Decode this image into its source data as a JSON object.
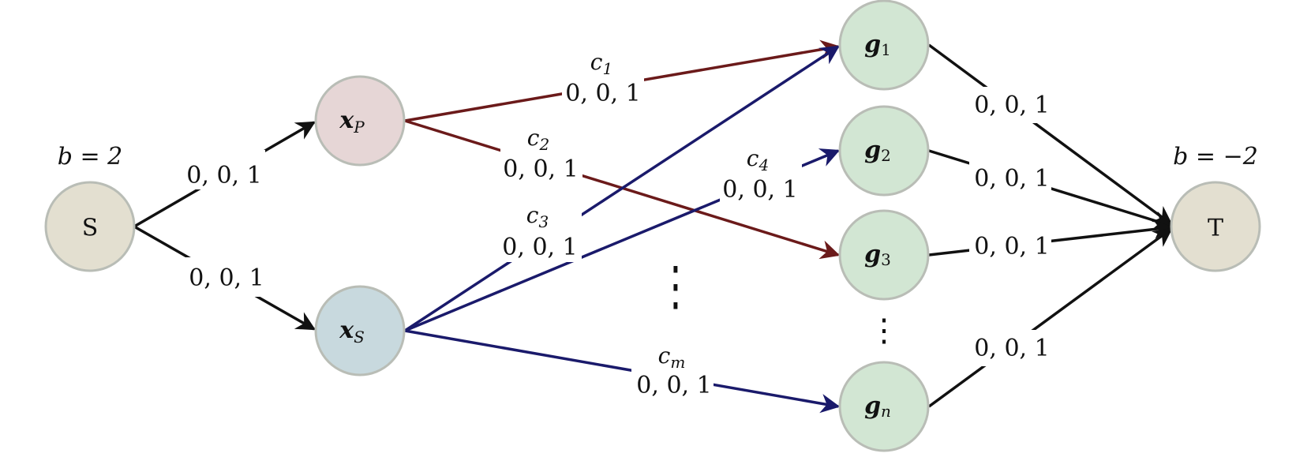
{
  "colors": {
    "red_edge": "#6b1a1a",
    "blue_edge": "#1a1a6b",
    "black_edge": "#111111",
    "node_S_T_fill": "#e3dfd0",
    "node_xP_fill": "#e6d6d6",
    "node_xS_fill": "#c8d9de",
    "node_g_fill": "#d2e6d3",
    "node_stroke": "#b9bdb6"
  },
  "nodes": {
    "S": {
      "label": "S"
    },
    "T": {
      "label": "T"
    },
    "xP": {
      "label": "x",
      "sub": "P"
    },
    "xS": {
      "label": "x",
      "sub": "S"
    },
    "g1": {
      "label": "g",
      "sub": "1"
    },
    "g2": {
      "label": "g",
      "sub": "2"
    },
    "g3": {
      "label": "g",
      "sub": "3"
    },
    "gn": {
      "label": "g",
      "sub": "n"
    }
  },
  "supply": {
    "source": "b = 2",
    "sink": "b = −2"
  },
  "edges": {
    "S_xP": {
      "label": "0, 0, 1"
    },
    "S_xS": {
      "label": "0, 0, 1"
    },
    "xP_g1": {
      "cost": "c",
      "cost_sub": "1",
      "label": "0, 0, 1"
    },
    "xP_g3": {
      "cost": "c",
      "cost_sub": "2",
      "label": "0, 0, 1"
    },
    "xS_g1": {
      "cost": "c",
      "cost_sub": "3",
      "label": "0, 0, 1"
    },
    "xS_g2": {
      "cost": "c",
      "cost_sub": "4",
      "label": "0, 0, 1"
    },
    "xS_gn": {
      "cost": "c",
      "cost_sub": "m",
      "label": "0, 0, 1"
    },
    "g1_T": {
      "label": "0, 0, 1"
    },
    "g2_T": {
      "label": "0, 0, 1"
    },
    "g3_T": {
      "label": "0, 0, 1"
    },
    "gn_T": {
      "label": "0, 0, 1"
    }
  },
  "ellipsis": {
    "middle": "⋮",
    "g_column": "⋮"
  }
}
